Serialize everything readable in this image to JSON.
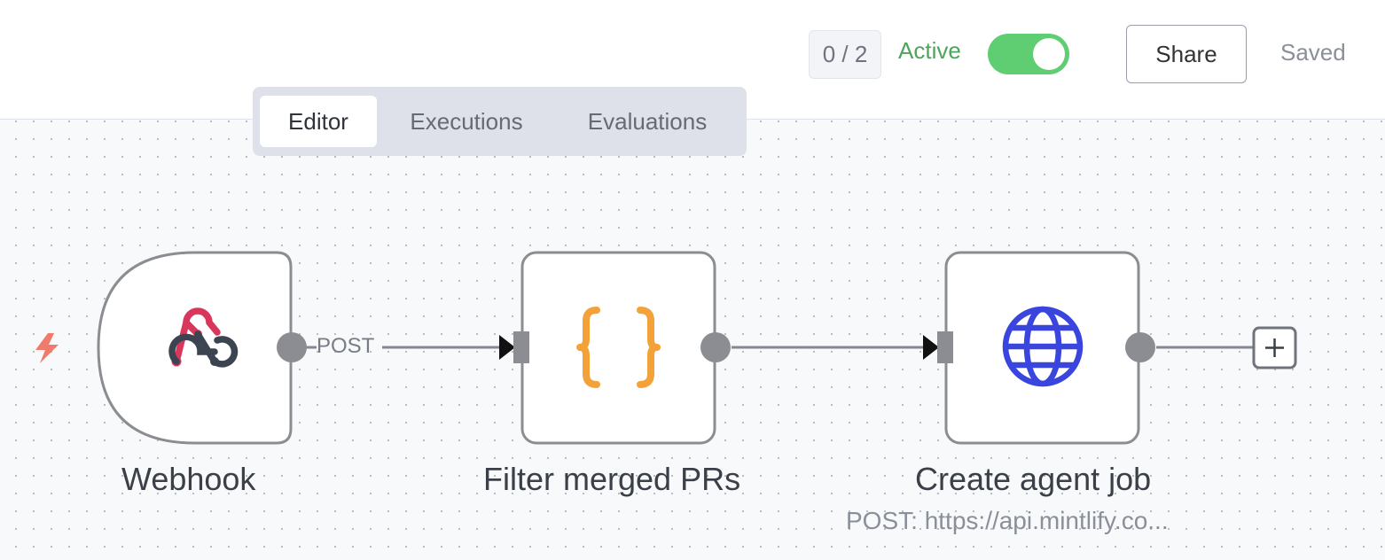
{
  "header": {
    "counter": "0 / 2",
    "active_label": "Active",
    "active_on": true,
    "share_label": "Share",
    "saved_label": "Saved"
  },
  "tabs": [
    {
      "label": "Editor",
      "active": true
    },
    {
      "label": "Executions",
      "active": false
    },
    {
      "label": "Evaluations",
      "active": false
    }
  ],
  "nodes": [
    {
      "label": "Webhook",
      "icon": "webhook-icon",
      "trigger": true
    },
    {
      "label": "Filter merged PRs",
      "icon": "code-braces-icon"
    },
    {
      "label": "Create agent job",
      "icon": "globe-icon",
      "subtitle": "POST: https://api.mintlify.co..."
    }
  ],
  "edges": [
    {
      "label": "POST"
    }
  ],
  "colors": {
    "active_green": "#4ea45a",
    "toggle_green": "#5fce72",
    "trigger_bolt": "#f07b6a",
    "webhook_red": "#d9365b",
    "webhook_dark": "#3b4450",
    "code_orange": "#f3a23a",
    "globe_blue": "#3a45de",
    "node_border": "#8b8d92"
  }
}
